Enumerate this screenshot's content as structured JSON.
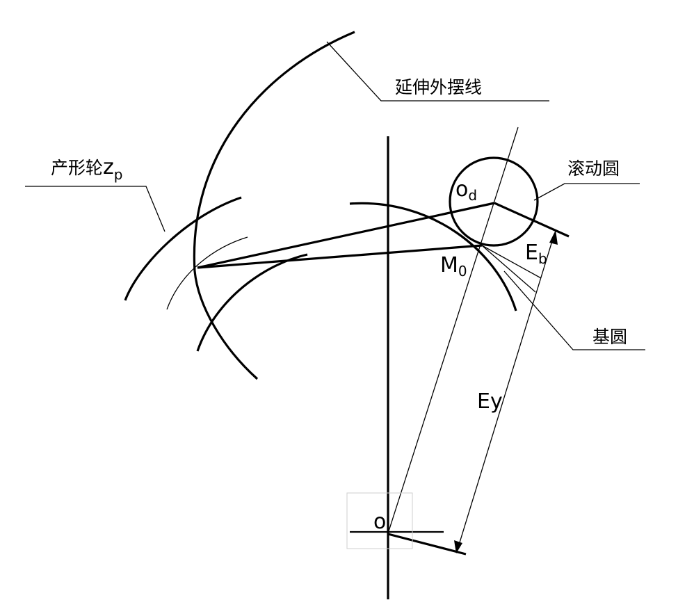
{
  "labels": {
    "extended_epicycloid": "延伸外摆线",
    "generating_wheel_prefix": "产形轮",
    "generating_wheel_symbol": "z",
    "generating_wheel_subscript": "p",
    "rolling_circle": "滚动圆",
    "base_circle": "基圆",
    "rolling_center": "o",
    "rolling_center_subscript": "d",
    "point_m": "M",
    "point_m_subscript": "0",
    "eb": "E",
    "eb_subscript": "b",
    "ey": "Ey",
    "origin": "o"
  },
  "colors": {
    "line": "#000000",
    "background": "#ffffff",
    "origin_box": "#cfcfcf"
  }
}
